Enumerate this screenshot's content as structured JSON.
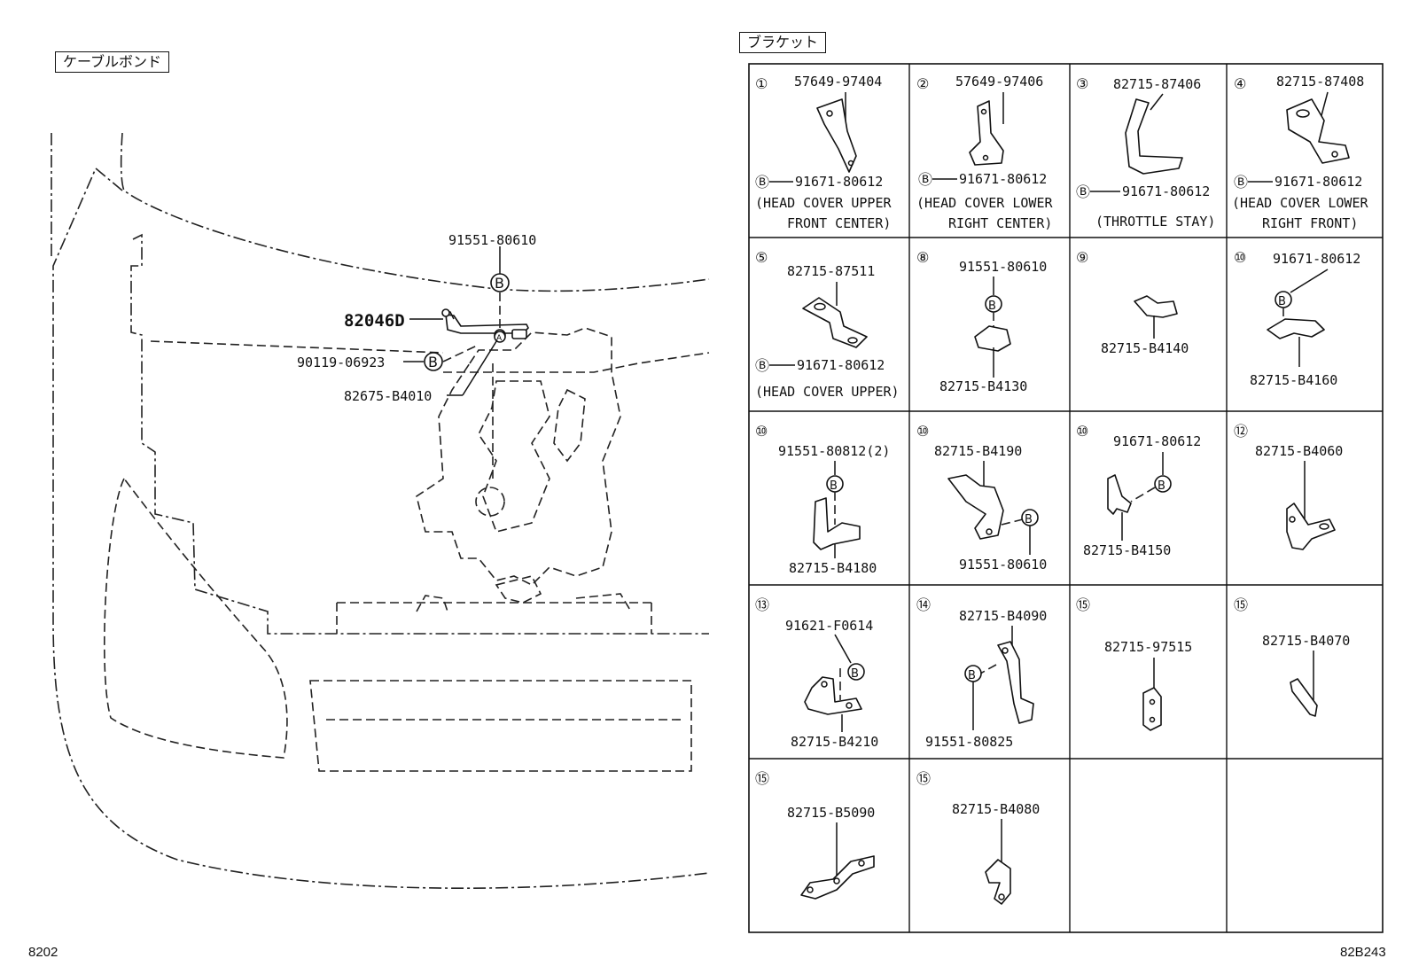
{
  "left_panel": {
    "label": "ケーブルボンド",
    "parts": {
      "p1": "91551-80610",
      "p2": "82046D",
      "p3": "90119-06923",
      "p4": "82675-B4010",
      "bolt_mark": "B",
      "anchor_mark": "A"
    }
  },
  "right_panel": {
    "label": "ブラケット",
    "cells": [
      {
        "num": "①",
        "part": "57649-97404",
        "bolt": "91671-80612",
        "note1": "(HEAD COVER UPPER",
        "note2": "FRONT CENTER)"
      },
      {
        "num": "②",
        "part": "57649-97406",
        "bolt": "91671-80612",
        "note1": "(HEAD COVER LOWER",
        "note2": "RIGHT CENTER)"
      },
      {
        "num": "③",
        "part": "82715-87406",
        "bolt": "91671-80612",
        "note1": "(THROTTLE STAY)",
        "note2": ""
      },
      {
        "num": "④",
        "part": "82715-87408",
        "bolt": "91671-80612",
        "note1": "(HEAD COVER LOWER",
        "note2": "RIGHT FRONT)"
      },
      {
        "num": "⑤",
        "part": "82715-87511",
        "bolt": "91671-80612",
        "note1": "(HEAD COVER UPPER)",
        "note2": ""
      },
      {
        "num": "⑧",
        "part": "91551-80610",
        "bolt": "82715-B4130",
        "note1": "",
        "note2": ""
      },
      {
        "num": "⑨",
        "part": "82715-B4140",
        "bolt": "",
        "note1": "",
        "note2": ""
      },
      {
        "num": "⑩",
        "part": "91671-80612",
        "bolt": "82715-B4160",
        "note1": "",
        "note2": ""
      },
      {
        "num": "⑩",
        "part": "91551-80812(2)",
        "bolt": "82715-B4180",
        "note1": "",
        "note2": ""
      },
      {
        "num": "⑩",
        "part": "82715-B4190",
        "bolt": "91551-80610",
        "note1": "",
        "note2": ""
      },
      {
        "num": "⑩",
        "part": "91671-80612",
        "bolt": "82715-B4150",
        "note1": "",
        "note2": ""
      },
      {
        "num": "⑫",
        "part": "82715-B4060",
        "bolt": "",
        "note1": "",
        "note2": ""
      },
      {
        "num": "⑬",
        "part": "91621-F0614",
        "bolt": "82715-B4210",
        "note1": "",
        "note2": ""
      },
      {
        "num": "⑭",
        "part": "82715-B4090",
        "bolt": "91551-80825",
        "note1": "",
        "note2": ""
      },
      {
        "num": "⑮",
        "part": "82715-97515",
        "bolt": "",
        "note1": "",
        "note2": ""
      },
      {
        "num": "⑮",
        "part": "82715-B4070",
        "bolt": "",
        "note1": "",
        "note2": ""
      },
      {
        "num": "⑮",
        "part": "82715-B5090",
        "bolt": "",
        "note1": "",
        "note2": ""
      },
      {
        "num": "⑮",
        "part": "82715-B4080",
        "bolt": "",
        "note1": "",
        "note2": ""
      }
    ]
  },
  "footer": {
    "left_code": "8202",
    "right_code": "82B243"
  }
}
